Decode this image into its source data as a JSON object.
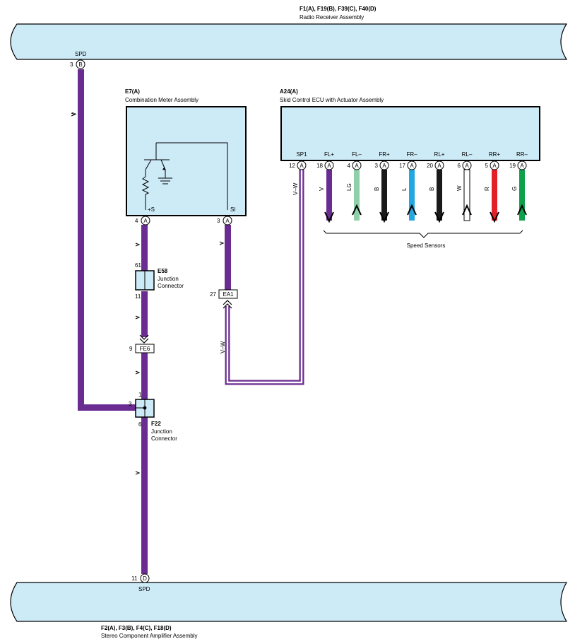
{
  "radio_receiver": {
    "codes": "F1(A), F19(B), F39(C), F40(D)",
    "name": "Radio Receiver Assembly",
    "terminal": "SPD",
    "pin_number": "3",
    "pin_letter": "B"
  },
  "combination_meter": {
    "code": "E7(A)",
    "name": "Combination Meter Assembly",
    "terminal_left": "+S",
    "terminal_right": "SI",
    "pin_left_number": "4",
    "pin_right_number": "3",
    "pin_letter": "A"
  },
  "skid_ecu": {
    "code": "A24(A)",
    "name": "Skid Control ECU with Actuator Assembly",
    "pin_letter": "A",
    "terminals": [
      {
        "name": "SP1",
        "pin": "12",
        "wire": "V–W",
        "color": "#ffffff"
      },
      {
        "name": "FL+",
        "pin": "18",
        "wire": "V",
        "color": "#6a2c91"
      },
      {
        "name": "FL–",
        "pin": "4",
        "wire": "LG",
        "color": "#8fd0a8"
      },
      {
        "name": "FR+",
        "pin": "3",
        "wire": "B",
        "color": "#1a1a1a"
      },
      {
        "name": "FR–",
        "pin": "17",
        "wire": "L",
        "color": "#22a7e0"
      },
      {
        "name": "RL+",
        "pin": "20",
        "wire": "B",
        "color": "#1a1a1a"
      },
      {
        "name": "RL–",
        "pin": "6",
        "wire": "W",
        "color": "#ffffff"
      },
      {
        "name": "RR+",
        "pin": "5",
        "wire": "R",
        "color": "#e32028"
      },
      {
        "name": "RR–",
        "pin": "19",
        "wire": "G",
        "color": "#0ea04b"
      }
    ],
    "sensor_label": "Speed Sensors"
  },
  "junction_e58": {
    "code": "E58",
    "name_line1": "Junction",
    "name_line2": "Connector",
    "pin_top": "61",
    "pin_bottom": "11"
  },
  "connector_ea1": {
    "code": "EA1",
    "pin": "27"
  },
  "connector_fe6": {
    "code": "FE6",
    "pin": "9"
  },
  "junction_f22": {
    "code": "F22",
    "name_line1": "Junction",
    "name_line2": "Connector",
    "pin_top": "1",
    "pin_left": "3",
    "pin_bottom": "6"
  },
  "stereo_amp": {
    "codes": "F2(A), F3(B), F4(C), F18(D)",
    "name": "Stereo Component Amplifier Assembly",
    "terminal": "SPD",
    "pin_number": "11",
    "pin_letter": "D"
  },
  "wire_labels": {
    "left_main": "V",
    "meter_lower": "V–W",
    "sp1": "V–W"
  },
  "colors": {
    "bus_fill": "#cdeaf7",
    "component_fill": "#cdeaf7",
    "violet": "#6a2c91"
  }
}
